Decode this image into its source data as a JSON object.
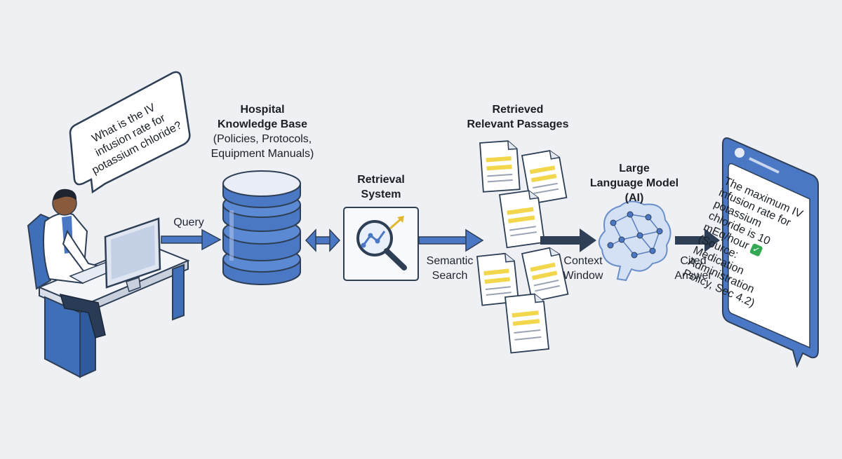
{
  "question_bubble": {
    "lines": [
      "What is the IV",
      "infusion rate for",
      "potassium chloride?"
    ]
  },
  "knowledge_base": {
    "title": [
      "Hospital",
      "Knowledge Base"
    ],
    "subtitle": [
      "(Policies, Protocols,",
      "Equipment Manuals)"
    ]
  },
  "retrieval_system": {
    "title": [
      "Retrieval",
      "System"
    ]
  },
  "retrieved_passages": {
    "title": [
      "Retrieved",
      "Relevant Passages"
    ]
  },
  "llm": {
    "title": [
      "Large",
      "Language Model",
      "(AI)"
    ]
  },
  "edges": {
    "query": "Query",
    "semantic_search": [
      "Semantic",
      "Search"
    ],
    "context_window": [
      "Context",
      "Window"
    ],
    "cited_answer": [
      "Cited",
      "Answer"
    ]
  },
  "answer_card": {
    "lines": [
      "The maximum IV",
      "infusion rate for",
      "potassium",
      "chloride is 10",
      "mEq/hour",
      "(Source:",
      "Medication",
      "Administration",
      "Policy, Sec 4.2)"
    ]
  },
  "colors": {
    "background": "#eef0f4",
    "accent_blue": "#4a78c4",
    "dark_navy": "#2d3e55",
    "highlight_yellow": "#f2d64b",
    "check_green": "#34a853"
  },
  "icons": [
    "user-icon",
    "computer-monitor-icon",
    "database-icon",
    "double-arrow-icon",
    "magnifier-chart-icon",
    "document-icon",
    "brain-network-icon",
    "phone-card-icon",
    "checkmark-icon"
  ]
}
